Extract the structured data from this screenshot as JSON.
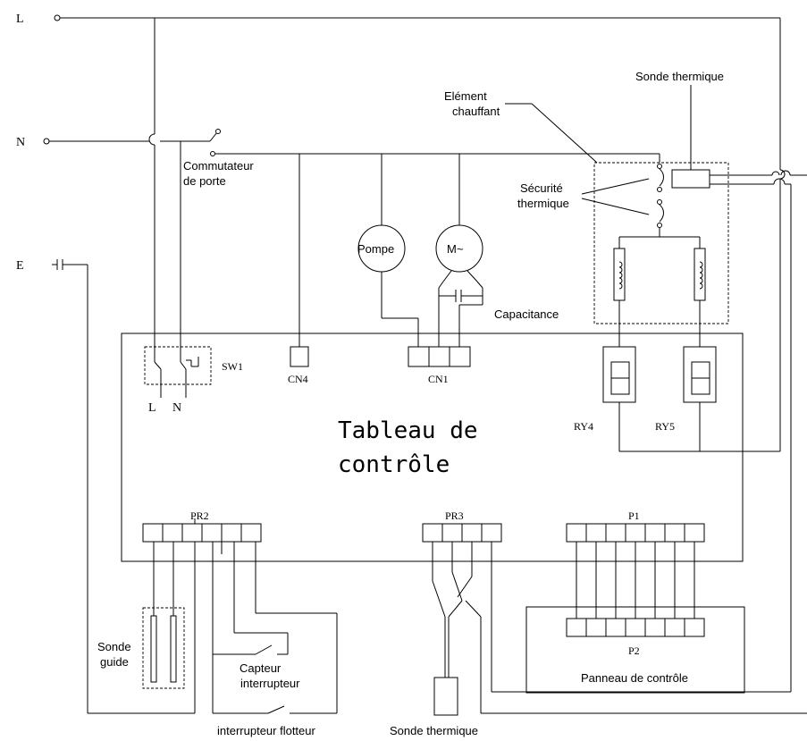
{
  "terminals": {
    "L": "L",
    "N": "N",
    "E": "E"
  },
  "labels": {
    "door_switch_1": "Commutateur",
    "door_switch_2": "de porte",
    "heater_1": "Elément",
    "heater_2": "chauffant",
    "thermal_probe_top": "Sonde thermique",
    "thermal_safety_1": "Sécurité",
    "thermal_safety_2": "thermique",
    "pump": "Pompe",
    "motor": "M~",
    "capacitance": "Capacitance",
    "sw1": "SW1",
    "sw1_l": "L",
    "sw1_n": "N",
    "cn4": "CN4",
    "cn1": "CN1",
    "ry4": "RY4",
    "ry5": "RY5",
    "board_1": "Tableau de",
    "board_2": "contrôle",
    "pr2": "PR2",
    "pr3": "PR3",
    "p1": "P1",
    "p2": "P2",
    "control_panel": "Panneau de contrôle",
    "probe_guide_1": "Sonde",
    "probe_guide_2": "guide",
    "sensor_switch_1": "Capteur",
    "sensor_switch_2": "interrupteur",
    "float_switch": "interrupteur flotteur",
    "thermal_probe_bottom": "Sonde thermique"
  }
}
